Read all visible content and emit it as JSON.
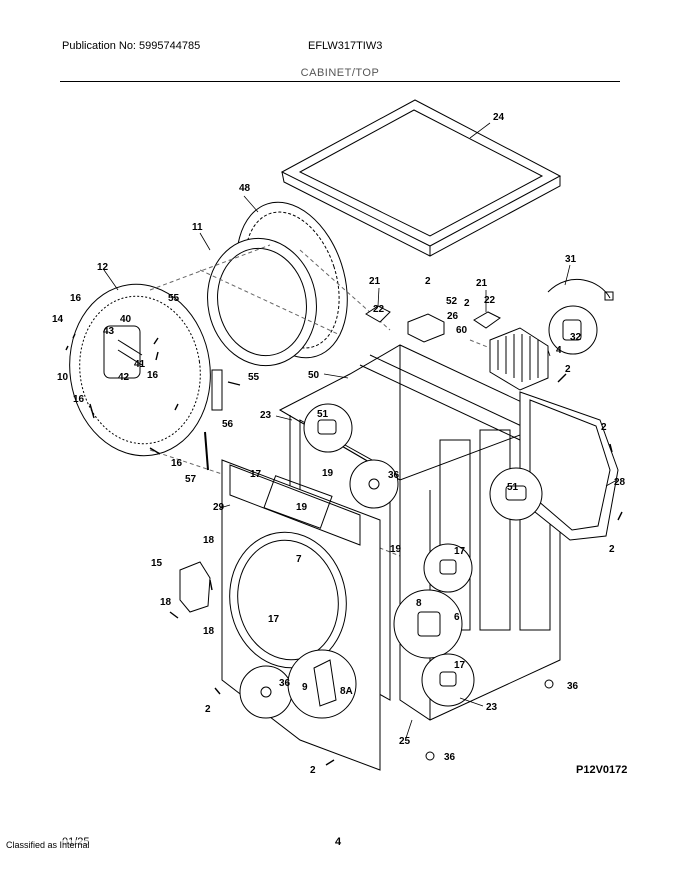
{
  "header": {
    "publication": "Publication No: 5995744785",
    "model": "EFLW317TIW3",
    "section": "CABINET/TOP"
  },
  "diagram_code": "P12V0172",
  "footer": {
    "date": "01/25",
    "classification": "Classified as Internal",
    "page": "4"
  },
  "callouts": {
    "c24": "24",
    "c48": "48",
    "c11": "11",
    "c12": "12",
    "c16a": "16",
    "c16b": "16",
    "c16c": "16",
    "c16d": "16",
    "c55a": "55",
    "c55b": "55",
    "c14": "14",
    "c43": "43",
    "c40": "40",
    "c41": "41",
    "c42": "42",
    "c10": "10",
    "c56": "56",
    "c57": "57",
    "c21a": "21",
    "c21b": "21",
    "c22a": "22",
    "c22b": "22",
    "c2a": "2",
    "c2b": "2",
    "c2c": "2",
    "c2d": "2",
    "c2e": "2",
    "c2f": "2",
    "c2g": "2",
    "c52": "52",
    "c26": "26",
    "c60": "60",
    "c31": "31",
    "c32": "32",
    "c4": "4",
    "c50": "50",
    "c23a": "23",
    "c23b": "23",
    "c51a": "51",
    "c51b": "51",
    "c36a": "36",
    "c36b": "36",
    "c36c": "36",
    "c36d": "36",
    "c28": "28",
    "c17a": "17",
    "c17b": "17",
    "c17c": "17",
    "c17d": "17",
    "c19a": "19",
    "c19b": "19",
    "c19c": "19",
    "c29": "29",
    "c18a": "18",
    "c18b": "18",
    "c18c": "18",
    "c15": "15",
    "c7": "7",
    "c8": "8",
    "c6": "6",
    "c9": "9",
    "c8a": "8A",
    "c25": "25"
  }
}
